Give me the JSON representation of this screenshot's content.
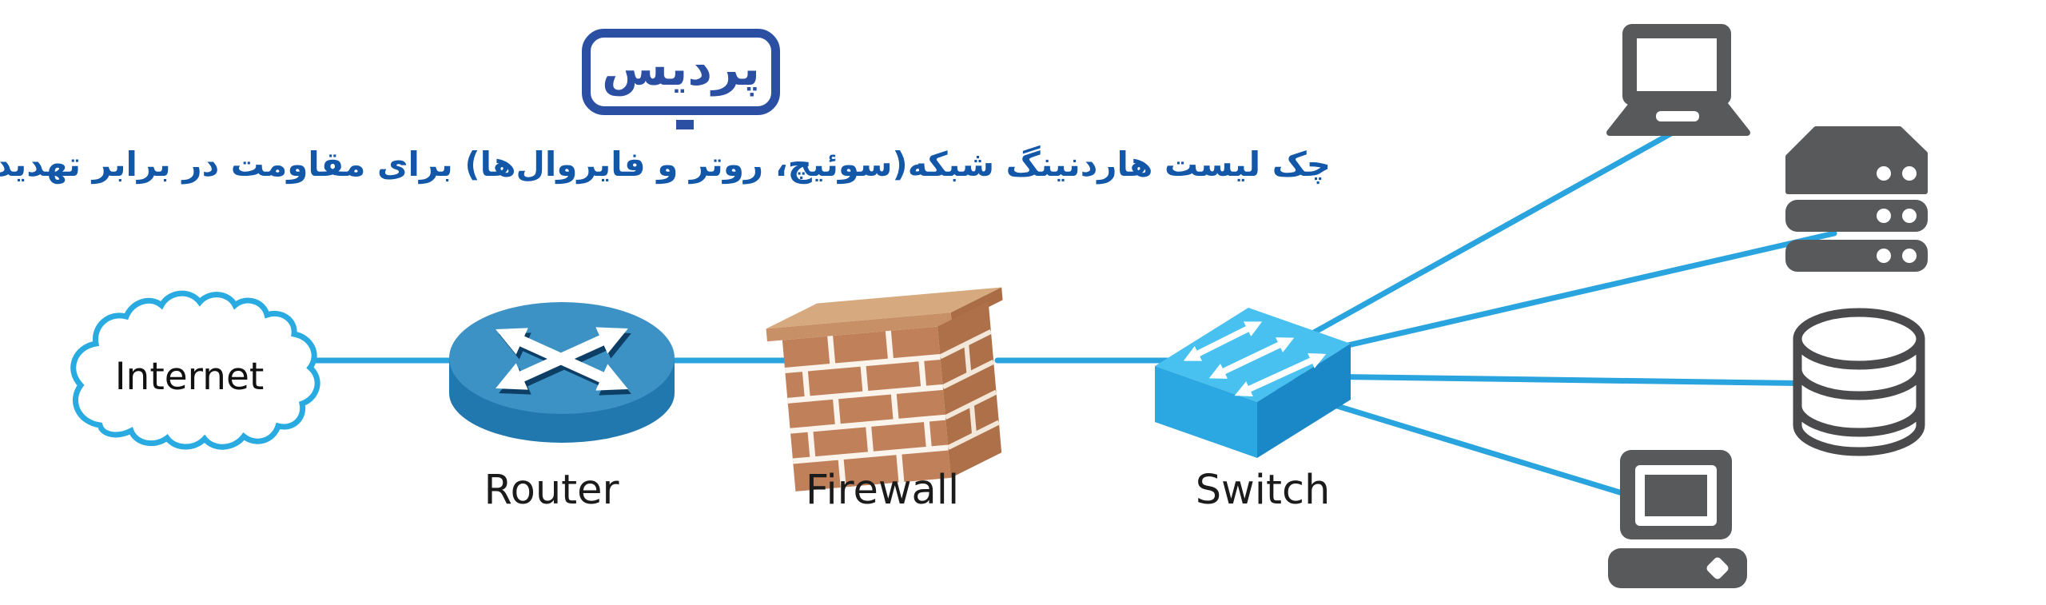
{
  "page": {
    "background": "#FFFFFF"
  },
  "logo": {
    "text": "پردیس",
    "color": "#2B4FA2"
  },
  "title": {
    "text": "چک لیست هاردنینگ شبکه(سوئیچ، روتر و فایروال‌ها) برای مقاومت در برابر تهدیدهای ترکیبی",
    "color": "#1257A8"
  },
  "diagram": {
    "labels": {
      "internet": "Internet",
      "router": "Router",
      "firewall": "Firewall",
      "switch": "Switch"
    },
    "devices": [
      "laptop",
      "server-stack",
      "database",
      "workstation"
    ],
    "connections": [
      {
        "from": "internet",
        "to": "router"
      },
      {
        "from": "router",
        "to": "firewall"
      },
      {
        "from": "firewall",
        "to": "switch"
      },
      {
        "from": "switch",
        "to": "laptop"
      },
      {
        "from": "switch",
        "to": "server-stack"
      },
      {
        "from": "switch",
        "to": "database"
      },
      {
        "from": "switch",
        "to": "workstation"
      }
    ],
    "colors": {
      "link_line": "#29A4DF",
      "cloud_outline": "#29ABE2",
      "router_top": "#3C92C5",
      "router_body": "#2178AE",
      "switch_top": "#49C1F0",
      "switch_front": "#2BA7E2",
      "switch_side": "#1A88C6",
      "firewall_brick": "#C0805A",
      "firewall_brick_side": "#AE7048",
      "firewall_cap": "#D7A97E",
      "device_gray": "#58595B",
      "device_outline": "#4A4A4C",
      "node_label": "#1B1B1B"
    }
  }
}
